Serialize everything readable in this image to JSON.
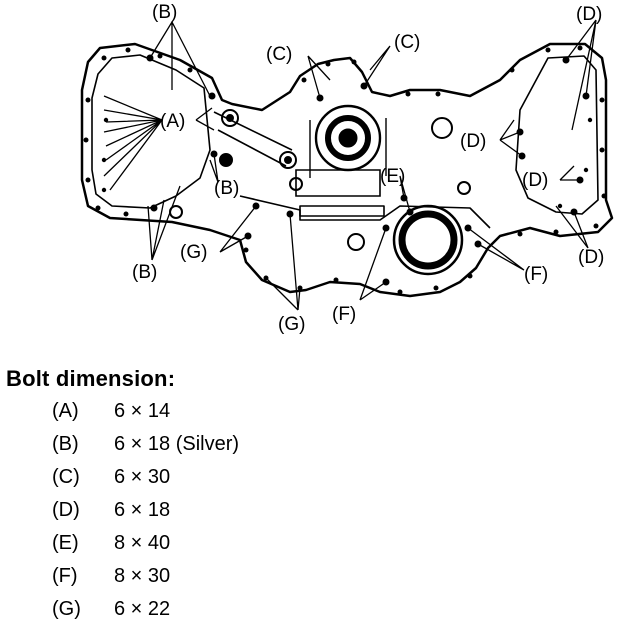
{
  "diagram": {
    "labels": {
      "a": "(A)",
      "b_top": "(B)",
      "b_mid": "(B)",
      "b_low": "(B)",
      "c_left": "(C)",
      "c_right": "(C)",
      "d_top": "(D)",
      "d_mid": "(D)",
      "d_low": "(D)",
      "d_bot": "(D)",
      "e": "(E)",
      "f_mid": "(F)",
      "f_right": "(F)",
      "g_left": "(G)",
      "g_bot": "(G)"
    }
  },
  "spec": {
    "title": "Bolt dimension:",
    "rows": [
      {
        "code": "(A)",
        "dim": "6 × 14"
      },
      {
        "code": "(B)",
        "dim": "6 × 18 (Silver)"
      },
      {
        "code": "(C)",
        "dim": "6 × 30"
      },
      {
        "code": "(D)",
        "dim": "6 × 18"
      },
      {
        "code": "(E)",
        "dim": "8 × 40"
      },
      {
        "code": "(F)",
        "dim": "8 × 30"
      },
      {
        "code": "(G)",
        "dim": "6 × 22"
      }
    ]
  }
}
